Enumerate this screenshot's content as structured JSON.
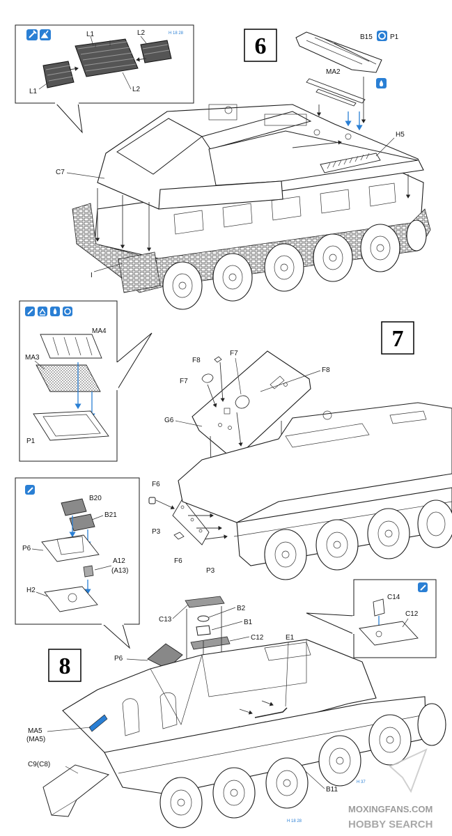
{
  "steps": {
    "step6": {
      "number": "6",
      "inset_labels": [
        "L1",
        "L2",
        "L1",
        "L2"
      ],
      "labels": {
        "b15": "B15",
        "p1": "P1",
        "ma2": "MA2",
        "h5": "H5",
        "c7": "C7",
        "i": "I"
      },
      "ref": "H 18 28"
    },
    "step7": {
      "number": "7",
      "inset_labels": {
        "ma4": "MA4",
        "ma3": "MA3",
        "p1": "P1"
      },
      "labels": {
        "f8a": "F8",
        "f7a": "F7",
        "f7b": "F7",
        "f8b": "F8",
        "g6": "G6",
        "f6a": "F6",
        "p3a": "P3",
        "f6b": "F6",
        "p3b": "P3"
      }
    },
    "step8": {
      "number": "8",
      "inset_left_labels": {
        "b20": "B20",
        "b21": "B21",
        "p6": "P6",
        "a12": "A12",
        "a13": "(A13)",
        "h2": "H2"
      },
      "inset_right_labels": {
        "c14": "C14",
        "c12": "C12"
      },
      "labels": {
        "c13": "C13",
        "b2": "B2",
        "b1": "B1",
        "c12": "C12",
        "e1": "E1",
        "p6": "P6",
        "ma5": "MA5",
        "ma5b": "(MA5)",
        "c9": "C9(C8)",
        "b11": "B11"
      },
      "ref_a": "H 18 28",
      "ref_b": "H 37"
    }
  },
  "icons": [
    "glue-icon",
    "sand-icon",
    "paint-icon",
    "option-icon",
    "bend-icon"
  ],
  "watermark": {
    "line1": "MOXINGFANS.COM",
    "line2": "HOBBY SEARCH"
  },
  "colors": {
    "accent": "#2a7fd4",
    "ink": "#1a1a1a",
    "shade": "#9a9a9a"
  }
}
